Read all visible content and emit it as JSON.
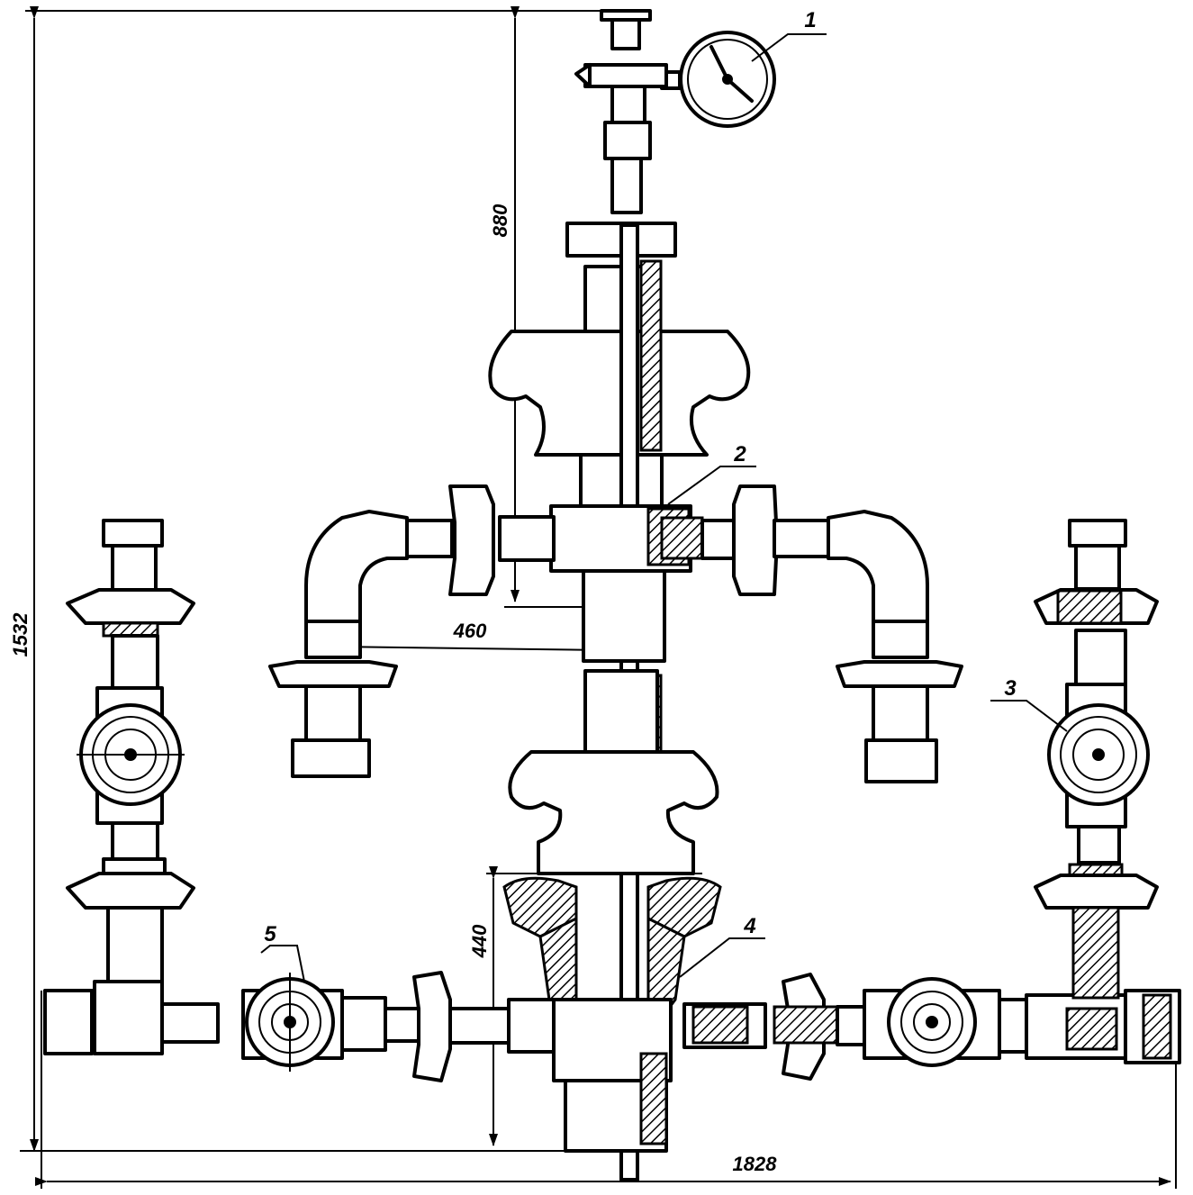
{
  "dimensions": {
    "total_height": "1532",
    "upper_height": "880",
    "lower_height": "440",
    "total_width": "1828",
    "wing_reach": "460"
  },
  "callouts": {
    "gauge": "1",
    "stem_seal": "2",
    "right_valve": "3",
    "spool": "4",
    "left_valve": "5"
  }
}
